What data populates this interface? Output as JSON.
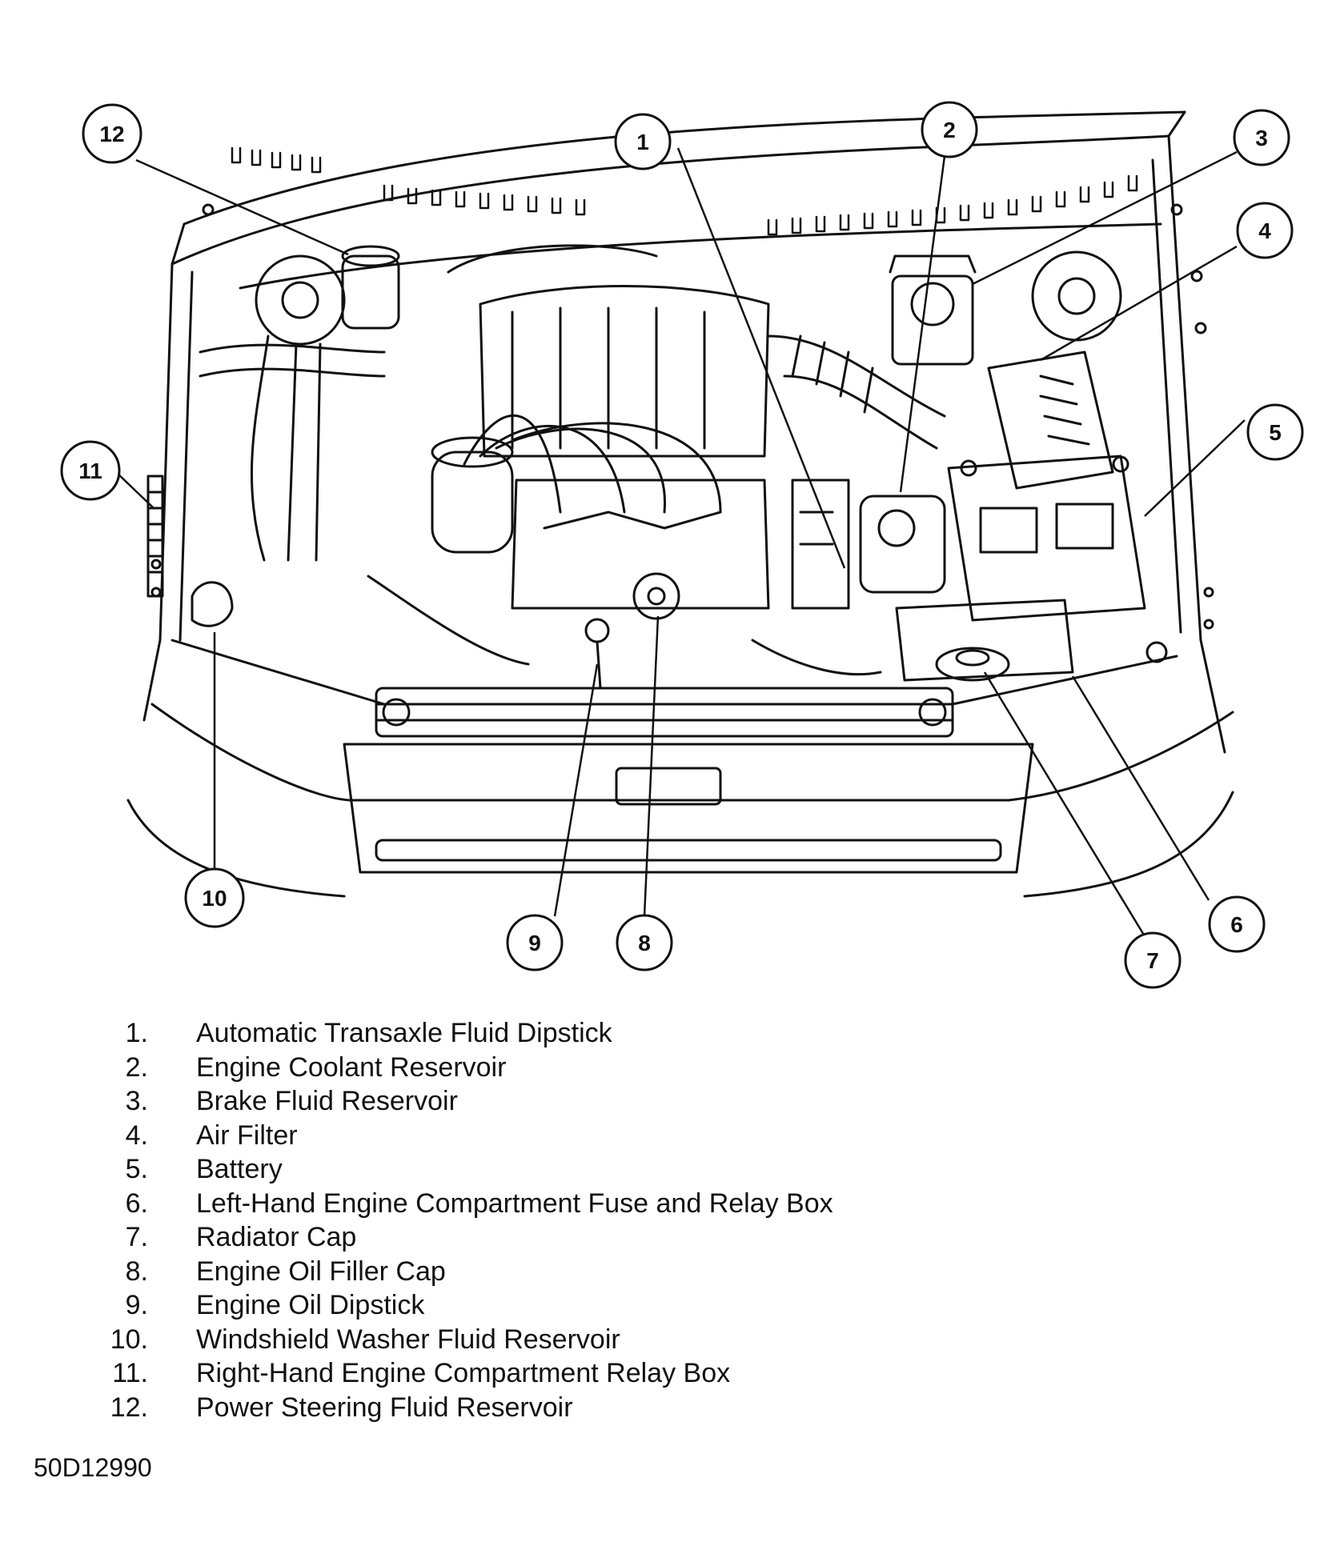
{
  "callouts": [
    {
      "num": "1",
      "label": "Automatic Transaxle Fluid Dipstick"
    },
    {
      "num": "2",
      "label": "Engine Coolant Reservoir"
    },
    {
      "num": "3",
      "label": "Brake Fluid Reservoir"
    },
    {
      "num": "4",
      "label": "Air Filter"
    },
    {
      "num": "5",
      "label": "Battery"
    },
    {
      "num": "6",
      "label": "Left-Hand Engine Compartment Fuse and Relay Box"
    },
    {
      "num": "7",
      "label": "Radiator Cap"
    },
    {
      "num": "8",
      "label": "Engine Oil Filler Cap"
    },
    {
      "num": "9",
      "label": "Engine Oil Dipstick"
    },
    {
      "num": "10",
      "label": "Windshield Washer Fluid Reservoir"
    },
    {
      "num": "11",
      "label": "Right-Hand Engine Compartment Relay Box"
    },
    {
      "num": "12",
      "label": "Power Steering Fluid Reservoir"
    }
  ],
  "legend_numbers": [
    "1.",
    "2.",
    "3.",
    "4.",
    "5.",
    "6.",
    "7.",
    "8.",
    "9.",
    "10.",
    "11.",
    "12."
  ],
  "figure_id": "50D12990",
  "colors": {
    "line": "#111111",
    "background": "#ffffff"
  }
}
